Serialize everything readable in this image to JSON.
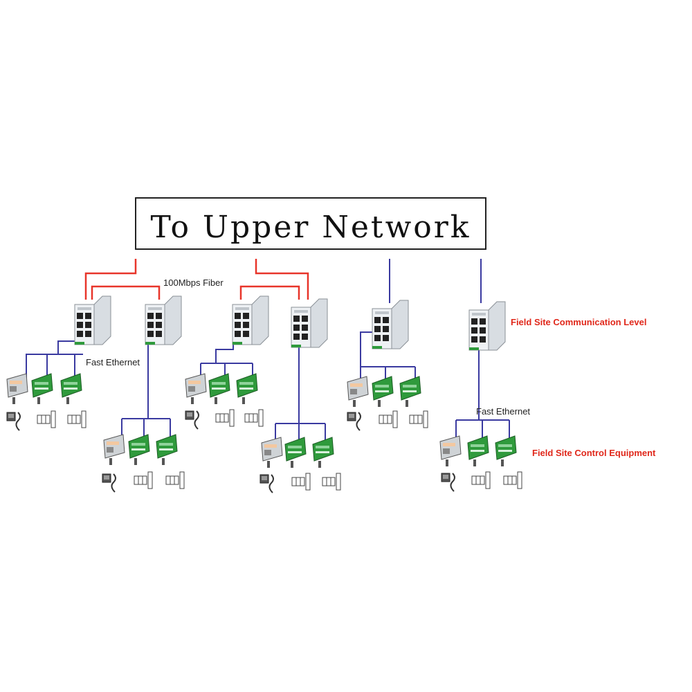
{
  "upper_network": {
    "label": "To Upper Network"
  },
  "links": {
    "fiber_label": "100Mbps Fiber",
    "fast_ethernet_label": "Fast Ethernet",
    "fast_ethernet_label_2": "Fast Ethernet"
  },
  "levels": {
    "communication": "Field Site Communication Level",
    "control": "Field Site Control Equipment"
  },
  "colors": {
    "fiber": "#e8352a",
    "ethernet": "#3a3aa0",
    "label_red": "#e0281b",
    "module_green": "#2f9a3c"
  },
  "icons": {
    "switch": "industrial-ethernet-switch-icon",
    "controller": "controller-rack-icon",
    "io_module": "io-module-icon",
    "operator_panel": "operator-panel-icon",
    "sensor": "field-sensor-icon"
  },
  "switches": [
    "sw-1",
    "sw-2",
    "sw-3",
    "sw-4",
    "sw-5",
    "sw-6"
  ],
  "equipment_groups": [
    "grp-1",
    "grp-2",
    "grp-3",
    "grp-4",
    "grp-5",
    "grp-6"
  ]
}
